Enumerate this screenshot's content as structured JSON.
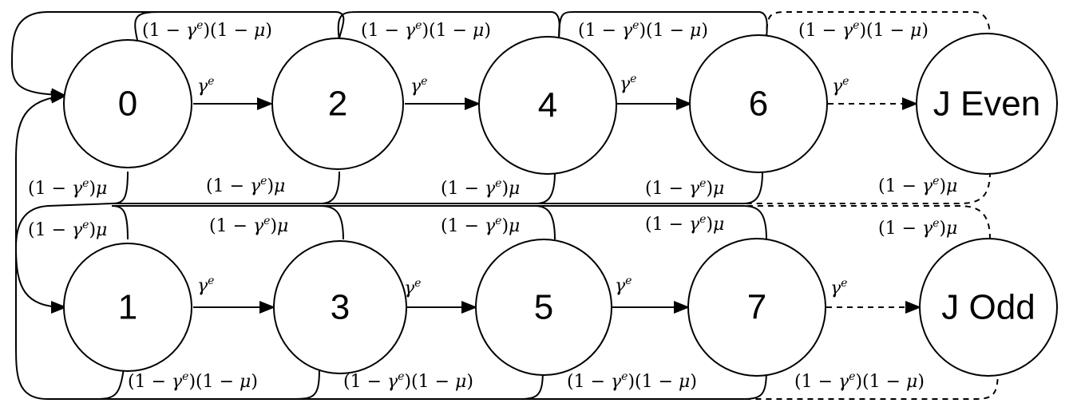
{
  "nodes": {
    "n0": "0",
    "n2": "2",
    "n4": "4",
    "n6": "6",
    "jeven": "J Even",
    "n1": "1",
    "n3": "3",
    "n5": "5",
    "n7": "7",
    "jodd": "J Odd"
  },
  "labels": {
    "gamma_e": "γ",
    "gamma_sup": "e",
    "stay": "(1 − γ^e)(1 − μ)",
    "switch": "(1 − γ^e)μ"
  },
  "colors": {
    "stroke": "#000000",
    "background": "#ffffff"
  }
}
